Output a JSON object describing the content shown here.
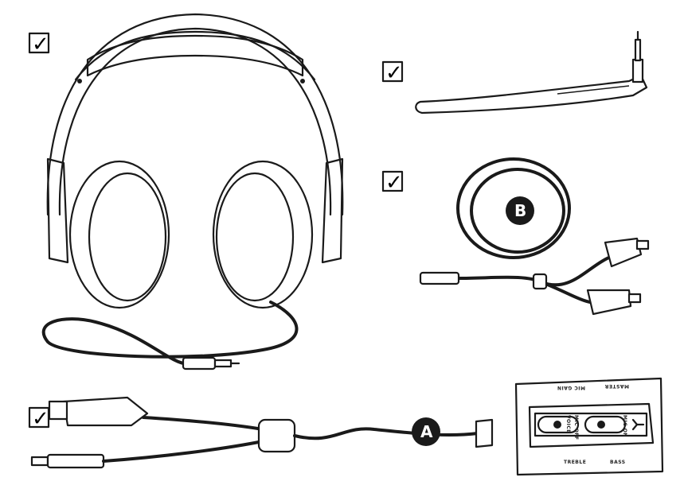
{
  "checklist": {
    "check_mark": "✓",
    "items": [
      "headset",
      "boom-mic",
      "y-splitter-cable",
      "usb-control-cable"
    ]
  },
  "markers": {
    "a": "A",
    "b": "B"
  },
  "controller": {
    "mic_gain": "MIC GAIN",
    "master": "MASTER",
    "voice": "VOICE",
    "mic_off": "MIC OFF",
    "mic_on": "MIC ON",
    "treble": "TREBLE",
    "bass": "BASS"
  }
}
